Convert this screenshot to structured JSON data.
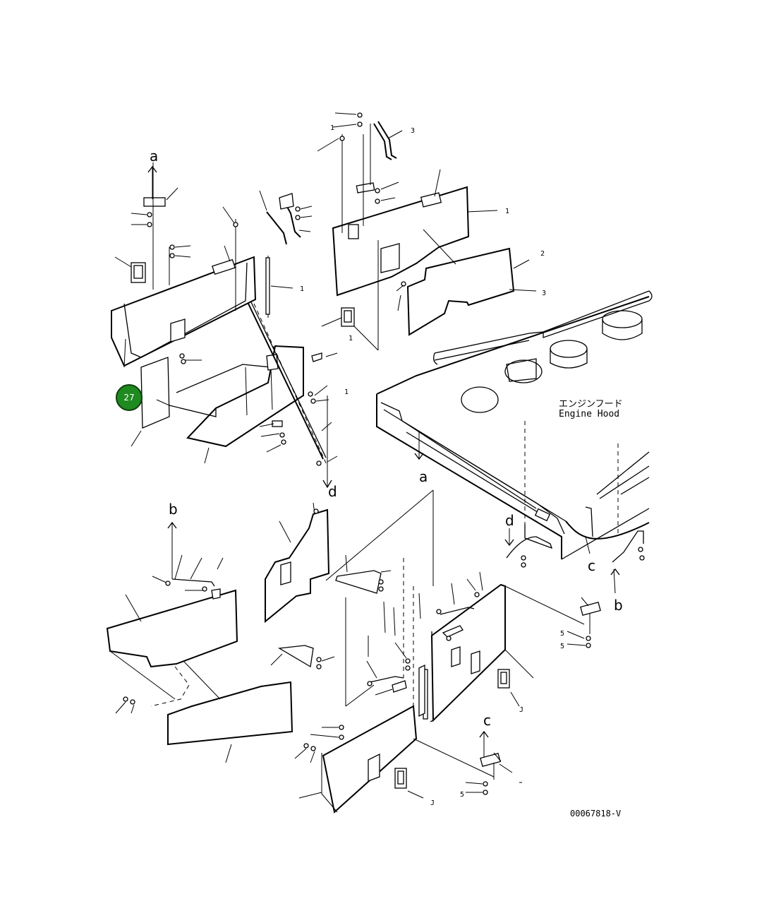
{
  "diagram": {
    "hood_label_jp": "エンジンフード",
    "hood_label_en": "Engine Hood",
    "drawing_number": "00067818-V",
    "reference_letters": {
      "a": "a",
      "b": "b",
      "c": "c",
      "d": "d"
    },
    "small_marks": {
      "one": "1",
      "two": "2",
      "three": "3",
      "five": "5",
      "j": "J"
    }
  },
  "callout": {
    "number": "27",
    "color": "#1f8a1f"
  }
}
